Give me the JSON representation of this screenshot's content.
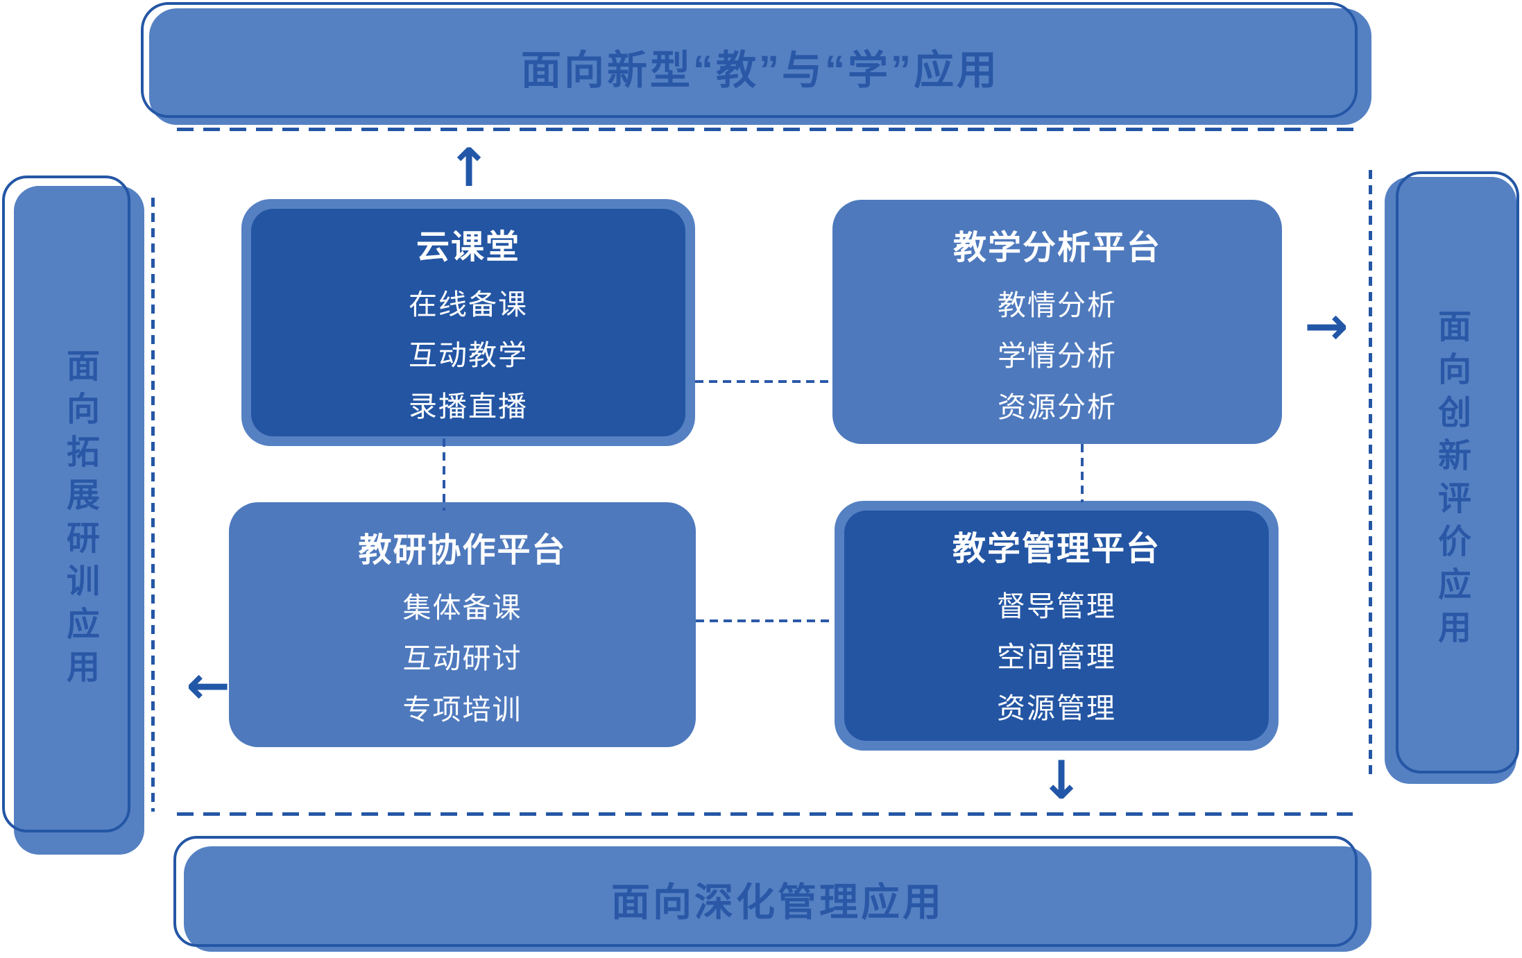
{
  "banners": {
    "top": {
      "label": "面向新型“教”与“学”应用"
    },
    "bottom": {
      "label": "面向深化管理应用"
    },
    "left": {
      "label": "面向拓展研训应用"
    },
    "right": {
      "label": "面向创新评价应用"
    }
  },
  "modules": [
    {
      "id": "cloud-classroom",
      "variant": "dark",
      "title": "云课堂",
      "items": [
        "在线备课",
        "互动教学",
        "录播直播"
      ]
    },
    {
      "id": "teaching-analysis",
      "variant": "light",
      "title": "教学分析平台",
      "items": [
        "教情分析",
        "学情分析",
        "资源分析"
      ]
    },
    {
      "id": "research-collab",
      "variant": "light",
      "title": "教研协作平台",
      "items": [
        "集体备课",
        "互动研讨",
        "专项培训"
      ]
    },
    {
      "id": "teaching-management",
      "variant": "dark",
      "title": "教学管理平台",
      "items": [
        "督导管理",
        "空间管理",
        "资源管理"
      ]
    }
  ],
  "arrows": {
    "up": "↑",
    "right": "→",
    "left": "←",
    "down": "↓"
  },
  "colors": {
    "banner_fill": "#5581C3",
    "light_module_fill": "#4E79BD",
    "dark_module_fill": "#2355A3",
    "outline_and_dash": "#2456A5",
    "banner_text": "#2A58A6",
    "module_text": "#FFFFFF"
  }
}
